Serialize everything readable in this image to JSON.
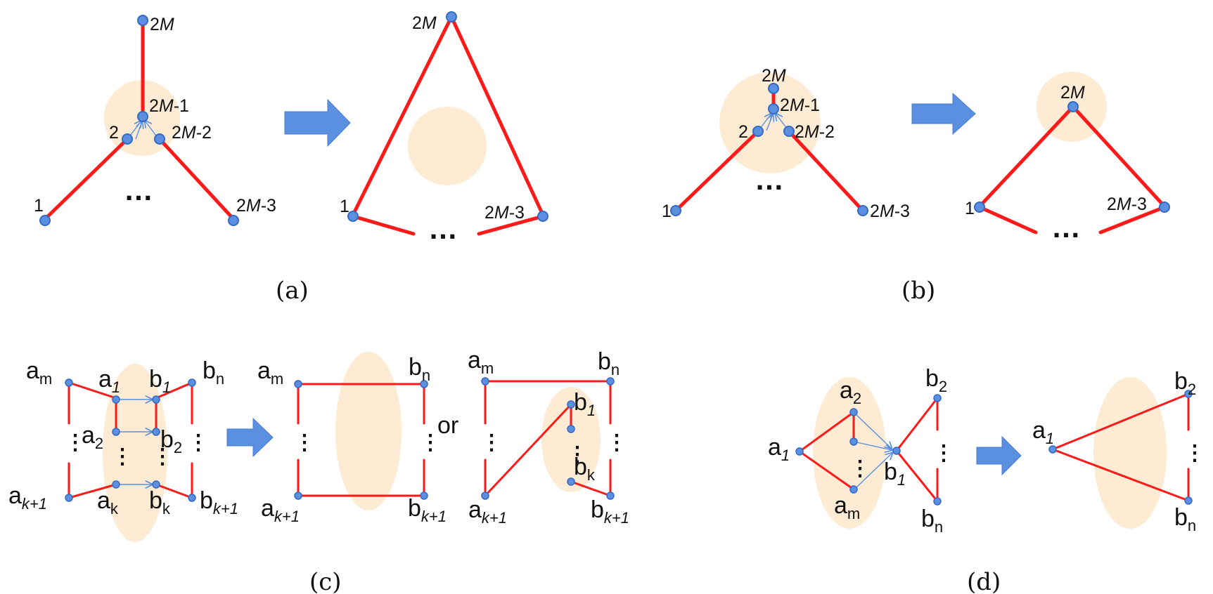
{
  "captions": {
    "a": "(a)",
    "b": "(b)",
    "c": "(c)",
    "d": "(d)"
  },
  "symbols": {
    "ellipsis": "…",
    "vdots": "⋮"
  },
  "labels": {
    "one": "1",
    "two": "2",
    "twoM_num": "2",
    "M": "M",
    "minus1": "-1",
    "minus2": "-2",
    "minus3": "-3",
    "or": "or"
  },
  "vertex_letters": {
    "a": "a",
    "b": "b"
  },
  "subscripts": {
    "m": "m",
    "one": "1",
    "two": "2",
    "k": "k",
    "k1": "k+1",
    "n": "n"
  },
  "colors": {
    "edge": "#ff1a1a",
    "node": "#5b8fe0",
    "halo": "#fdebd3",
    "arrow": "#5b8fe0"
  }
}
